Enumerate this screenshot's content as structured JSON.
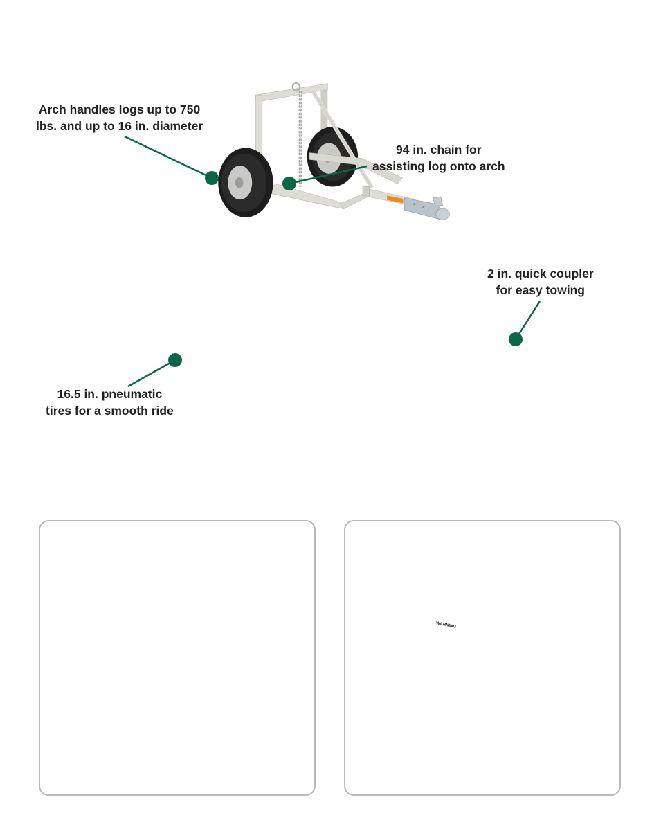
{
  "callouts": {
    "arch": [
      "Arch handles logs up to 750",
      "lbs. and up to 16 in. diameter"
    ],
    "chain": [
      "94 in. chain for",
      "assisting log onto arch"
    ],
    "coupler": [
      "2 in. quick coupler",
      "for easy towing"
    ],
    "tires": [
      "16.5 in. pneumatic",
      "tires for a smooth ride"
    ]
  },
  "warning_label": "WARNING",
  "colors": {
    "accent_green": "#0b6647",
    "frame": "#d9d7d1",
    "tire": "#1d1d1d",
    "hub": "#c9c9c7",
    "coupler": "#b9c3cb",
    "label_orange": "#f08a1c"
  }
}
